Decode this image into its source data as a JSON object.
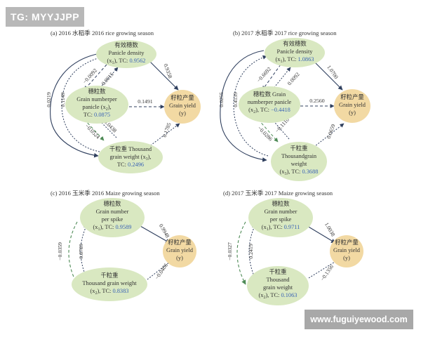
{
  "colors": {
    "green_node": "#d9e8c1",
    "orange_node": "#f2d9a3",
    "dark_arrow": "#2f3f5e",
    "green_arrow": "#4d8a55",
    "tc_blue": "#3a63b5"
  },
  "watermark_top": "TG: MYYJJPP",
  "watermark_bottom": "www.fuguiyewood.com",
  "panels": [
    {
      "title": "(a) 2016 水稻季 2016 rice growing season",
      "nodes": {
        "x1": {
          "line1": "有效穗数",
          "line2": "Panicle density",
          "line3_prefix": "(x",
          "line3_sub": "1",
          "line3_mid": "), TC: ",
          "tc": "0.9562"
        },
        "x2": {
          "line1": "穗粒数",
          "line2": "Grain numberper",
          "line3": "panicle (x",
          "line3_sub": "2",
          "line3_end": "),",
          "line4_prefix": "TC: ",
          "tc": "0.0875"
        },
        "x3": {
          "line1": "千粒重 Thousand",
          "line2_prefix": "grain weight (x",
          "line2_sub": "3",
          "line2_end": "),",
          "line3_prefix": "TC: ",
          "tc": "0.2496"
        },
        "y": {
          "line1": "籽粒产量",
          "line2": "Grain yield",
          "line3": "(y)"
        }
      },
      "coefficients": {
        "x1_y": "0.9358",
        "x2_y": "0.1491",
        "x3_y": "0.1785",
        "x1_x2_a": "−0.0092",
        "x1_x2_b": "0.0015",
        "x2_x3_a": "−0.0524",
        "x2_x3_b": "−0.0438",
        "x1_x3_a": "0.0219",
        "x1_x3_b": "0.1149"
      }
    },
    {
      "title": "(b) 2017 水稻季 2017 rice growing season",
      "nodes": {
        "x1": {
          "line1": "有效穗数",
          "line2": "Panicle density",
          "line3_prefix": "(x",
          "line3_sub": "1",
          "line3_mid": "), TC: ",
          "tc": "1.0863"
        },
        "x2": {
          "line1": "穗粒数 Grain",
          "line2": "numberper panicle",
          "line3": "(x",
          "line3_sub": "2",
          "line3_end": "), TC: ",
          "tc": "−0.4418"
        },
        "x3": {
          "line1": "千粒重",
          "line2": "Thousandgrain",
          "line3": "weight",
          "line4_prefix": "(x",
          "line4_sub": "3",
          "line4_end": "), TC: ",
          "tc": "0.3688"
        },
        "y": {
          "line1": "籽粒产量",
          "line2": "Grain yield",
          "line3": "(y)"
        }
      },
      "coefficients": {
        "x1_y": "1.0700",
        "x2_y": "0.2560",
        "x3_y": "0.0659",
        "x1_x2_a": "−0.6692",
        "x1_x2_b": "0.0092",
        "x2_x3_a": "−0.0286",
        "x2_x3_b": "−0.1110",
        "x1_x3_a": "0.0255",
        "x1_x3_b": "0.4139"
      }
    },
    {
      "title": "(c) 2016 玉米季 2016 Maize growing season",
      "nodes": {
        "x1": {
          "line1": "穗粒数",
          "line2": "Grain number",
          "line3": "per spike",
          "line4_prefix": "(x",
          "line4_sub": "1",
          "line4_mid": "), TC: ",
          "tc": "0.9589"
        },
        "x2": {
          "line1": "千粒重",
          "line2": "Thousand grain weight",
          "line3_prefix": "(x",
          "line3_sub": "2",
          "line3_mid": "), TC: ",
          "tc": "0.8383"
        },
        "y": {
          "line1": "籽粒产量",
          "line2": "Grain yield",
          "line3": "(y)"
        }
      },
      "coefficients": {
        "x1_y": "0.9948",
        "x2_y": "−0.0406",
        "x1_x2_a": "−0.0359",
        "x1_x2_b": "0.8789"
      }
    },
    {
      "title": "(d) 2017 玉米季 2017 Maize growing season",
      "nodes": {
        "x1": {
          "line1": "穗粒数",
          "line2": "Grain number",
          "line3": "per spike",
          "line4_prefix": "(x",
          "line4_sub": "1",
          "line4_mid": "), TC: ",
          "tc": "0.9711"
        },
        "x2": {
          "line1": "千粒重",
          "line2": "Thousand",
          "line3": "grain weight",
          "line4_prefix": "(x",
          "line4_sub": "2",
          "line4_mid": "), TC: ",
          "tc": "0.1063"
        },
        "y": {
          "line1": "籽粒产量",
          "line2": "Grain yield",
          "line3": "(y)"
        }
      },
      "coefficients": {
        "x1_y": "1.0038",
        "x2_y": "−0.1356",
        "x1_x2_a": "−0.0327",
        "x1_x2_b": "0.2419"
      }
    }
  ]
}
